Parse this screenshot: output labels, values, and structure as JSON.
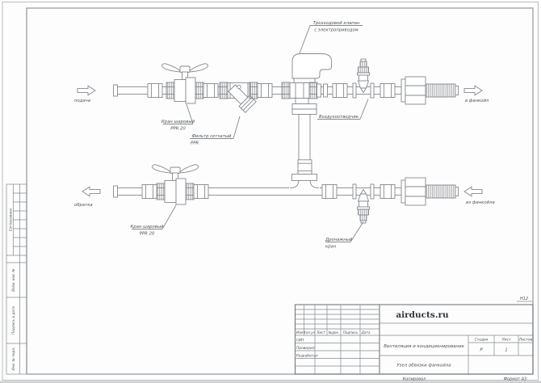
{
  "page": {
    "doc_code": "Н12",
    "footer": {
      "copied": "Копировал",
      "format": "Формат А3"
    }
  },
  "side_strip": {
    "agreed": "Согласовано",
    "replace_inv": "Взам. инв. №",
    "sign_date": "Подпись и дата",
    "inv_original": "Инв. № подл."
  },
  "title_block": {
    "brand": "airducts.ru",
    "project_title": "Вентиляция и кондиционирование",
    "drawing_title": "Узел обвязки фанкойла",
    "revision_columns": [
      "Изм",
      "Кол.уч",
      "Лист",
      "№док.",
      "Подпись",
      "Дата"
    ],
    "roles": [
      "ГИП",
      "Проверил",
      "Разработал"
    ],
    "stage_header": "Стадия",
    "sheet_header": "Лист",
    "sheets_header": "Листов",
    "stage_value": "Р",
    "sheet_value": "1"
  },
  "diagram": {
    "flow": {
      "supply": "подача",
      "back": "обратка",
      "to_fancoil": "в фанкойл",
      "from_fancoil": "из фанкойла"
    },
    "callouts": {
      "three_way_line1": "Трехходовой клапан",
      "three_way_line2": "с электроприводом",
      "ball_valve_line1": "Кран шаровый",
      "ball_valve_line2": "PPR 20",
      "strainer_line1": "Фильтр сетчатый",
      "strainer_line2": "PPR",
      "air_vent": "Воздухоотводчик",
      "drain_line1": "Дренажный",
      "drain_line2": "кран"
    }
  }
}
